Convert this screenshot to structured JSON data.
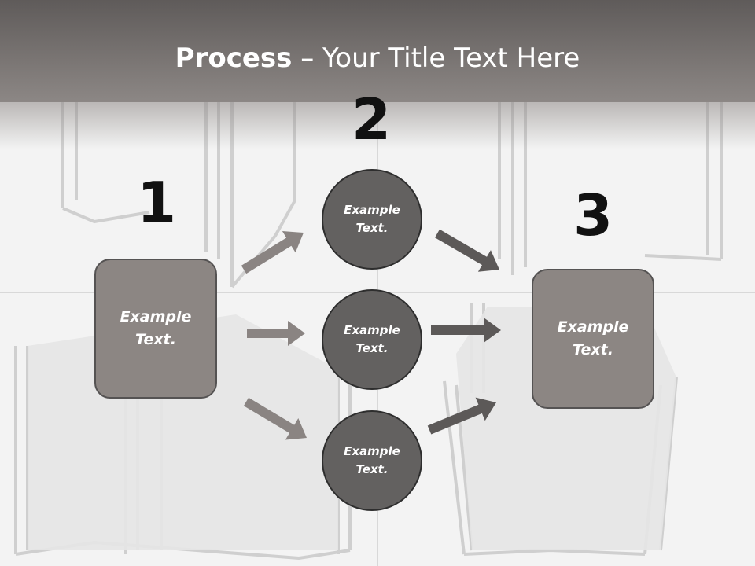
{
  "title": {
    "bold": "Process",
    "separator": " – ",
    "rest": "Your Title Text Here"
  },
  "steps": [
    {
      "number": "1",
      "text": "Example Text."
    },
    {
      "number": "2",
      "items": [
        "Example Text.",
        "Example Text.",
        "Example Text."
      ]
    },
    {
      "number": "3",
      "text": "Example Text."
    }
  ],
  "colors": {
    "header": "#7a7574",
    "box_fill": "#8c8683",
    "circle_fill": "#636160",
    "arrow_light": "#8a8482",
    "arrow_dark": "#5c5958"
  }
}
